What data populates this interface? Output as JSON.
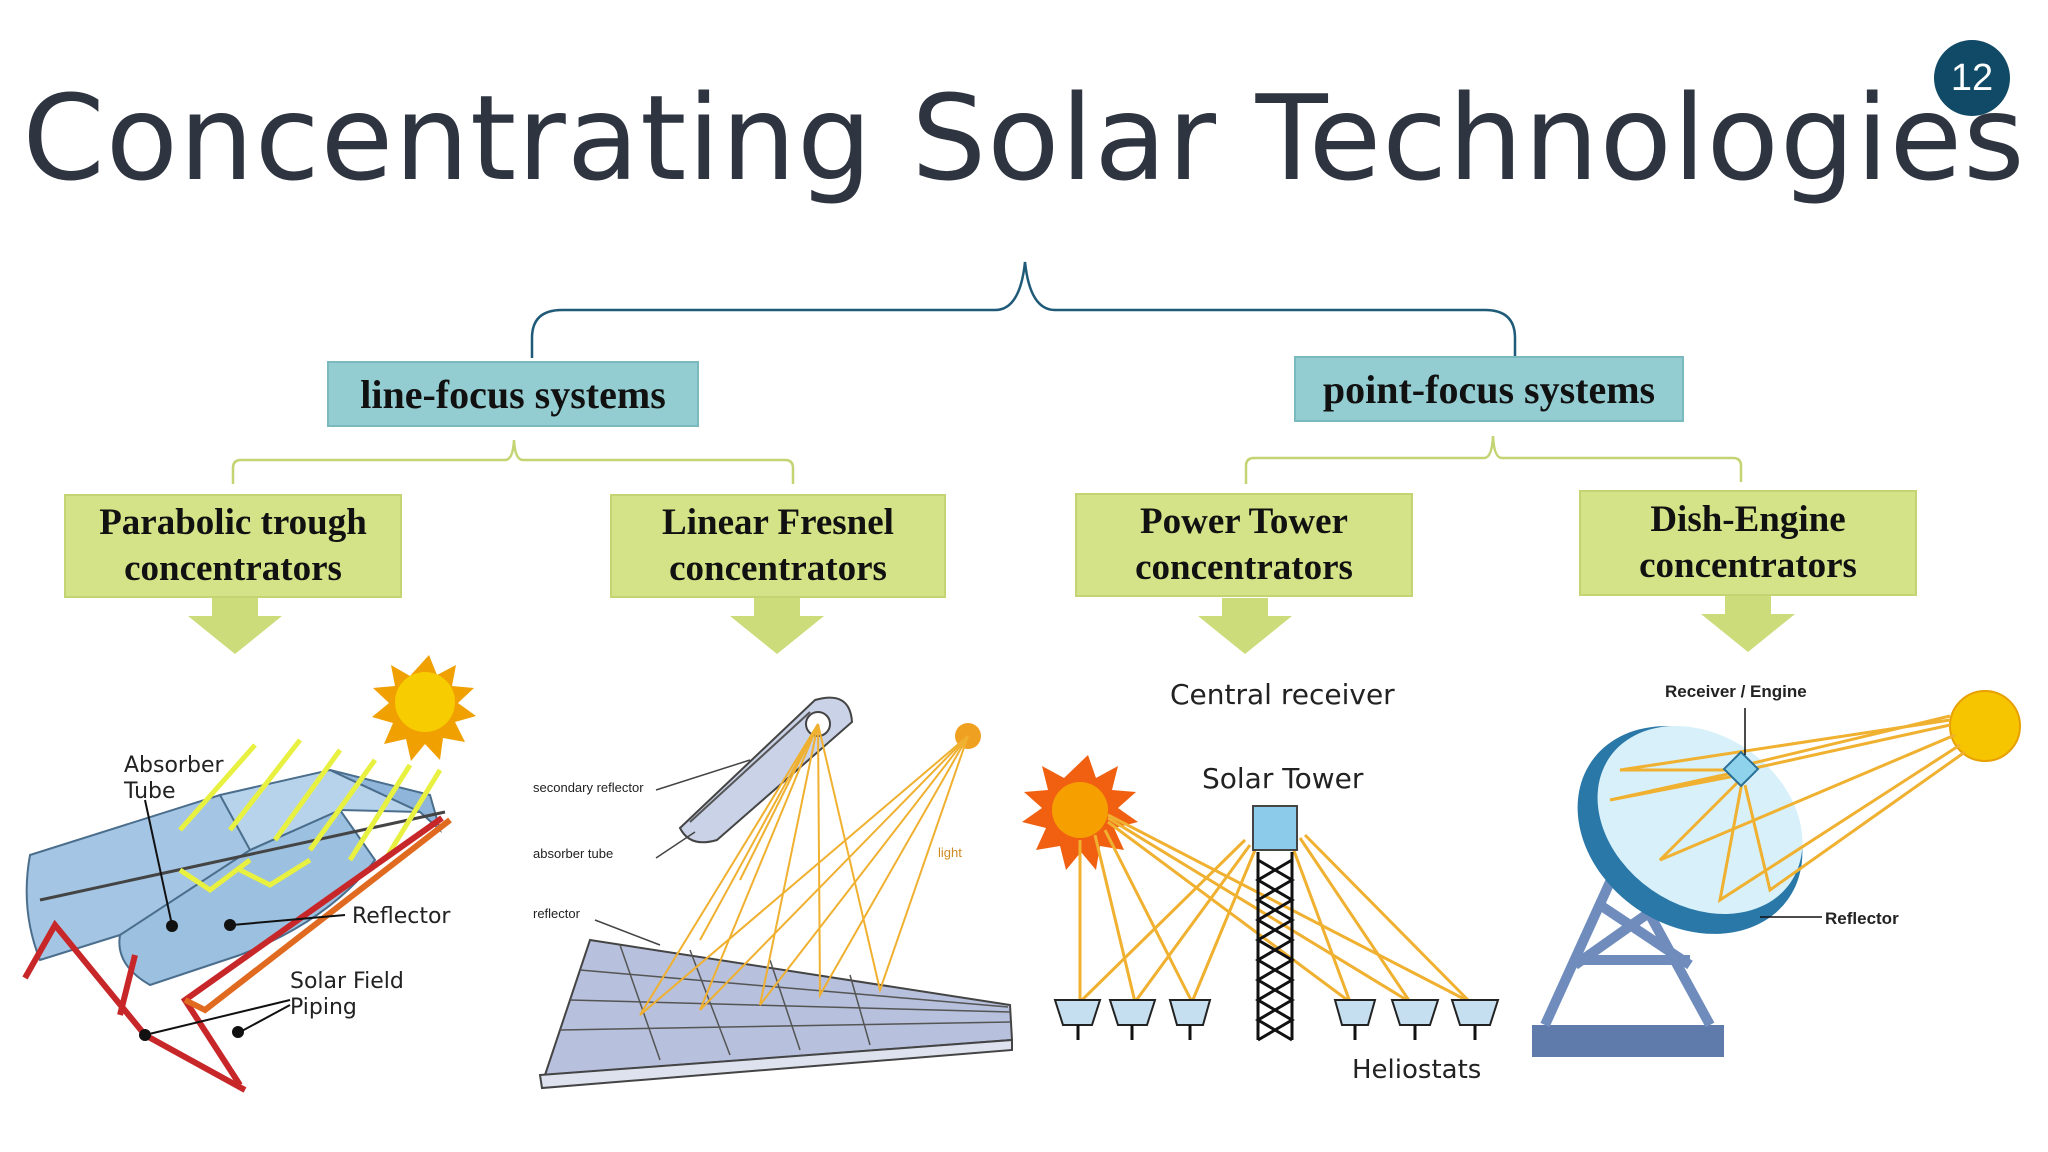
{
  "slide": {
    "title": "Concentrating Solar Technologies",
    "page_number": "12"
  },
  "categories": [
    {
      "label": "line-focus systems"
    },
    {
      "label": "point-focus systems"
    }
  ],
  "technologies": [
    {
      "line1": "Parabolic trough",
      "line2": "concentrators"
    },
    {
      "line1": "Linear Fresnel",
      "line2": "concentrators"
    },
    {
      "line1": "Power Tower",
      "line2": "concentrators"
    },
    {
      "line1": "Dish-Engine",
      "line2": "concentrators"
    }
  ],
  "illustrations": {
    "parabolic": {
      "absorber": "Absorber",
      "tube": "Tube",
      "reflector": "Reflector",
      "piping1": "Solar Field",
      "piping2": "Piping"
    },
    "fresnel": {
      "secondary": "secondary reflector",
      "absorber": "absorber tube",
      "reflector": "reflector",
      "light": "light"
    },
    "tower": {
      "central": "Central receiver",
      "solar_tower": "Solar Tower",
      "heliostats": "Heliostats"
    },
    "dish": {
      "receiver": "Receiver / Engine",
      "reflector": "Reflector"
    }
  },
  "colors": {
    "title": "#2e3440",
    "badge": "#114a66",
    "teal_box": "#94cdd1",
    "green_box": "#d4e387",
    "arrow": "#cddc7a",
    "bracket_top": "#1f5a78",
    "bracket_sub": "#c3d472",
    "sun": "#f5c400",
    "ray": "#f0b030"
  }
}
